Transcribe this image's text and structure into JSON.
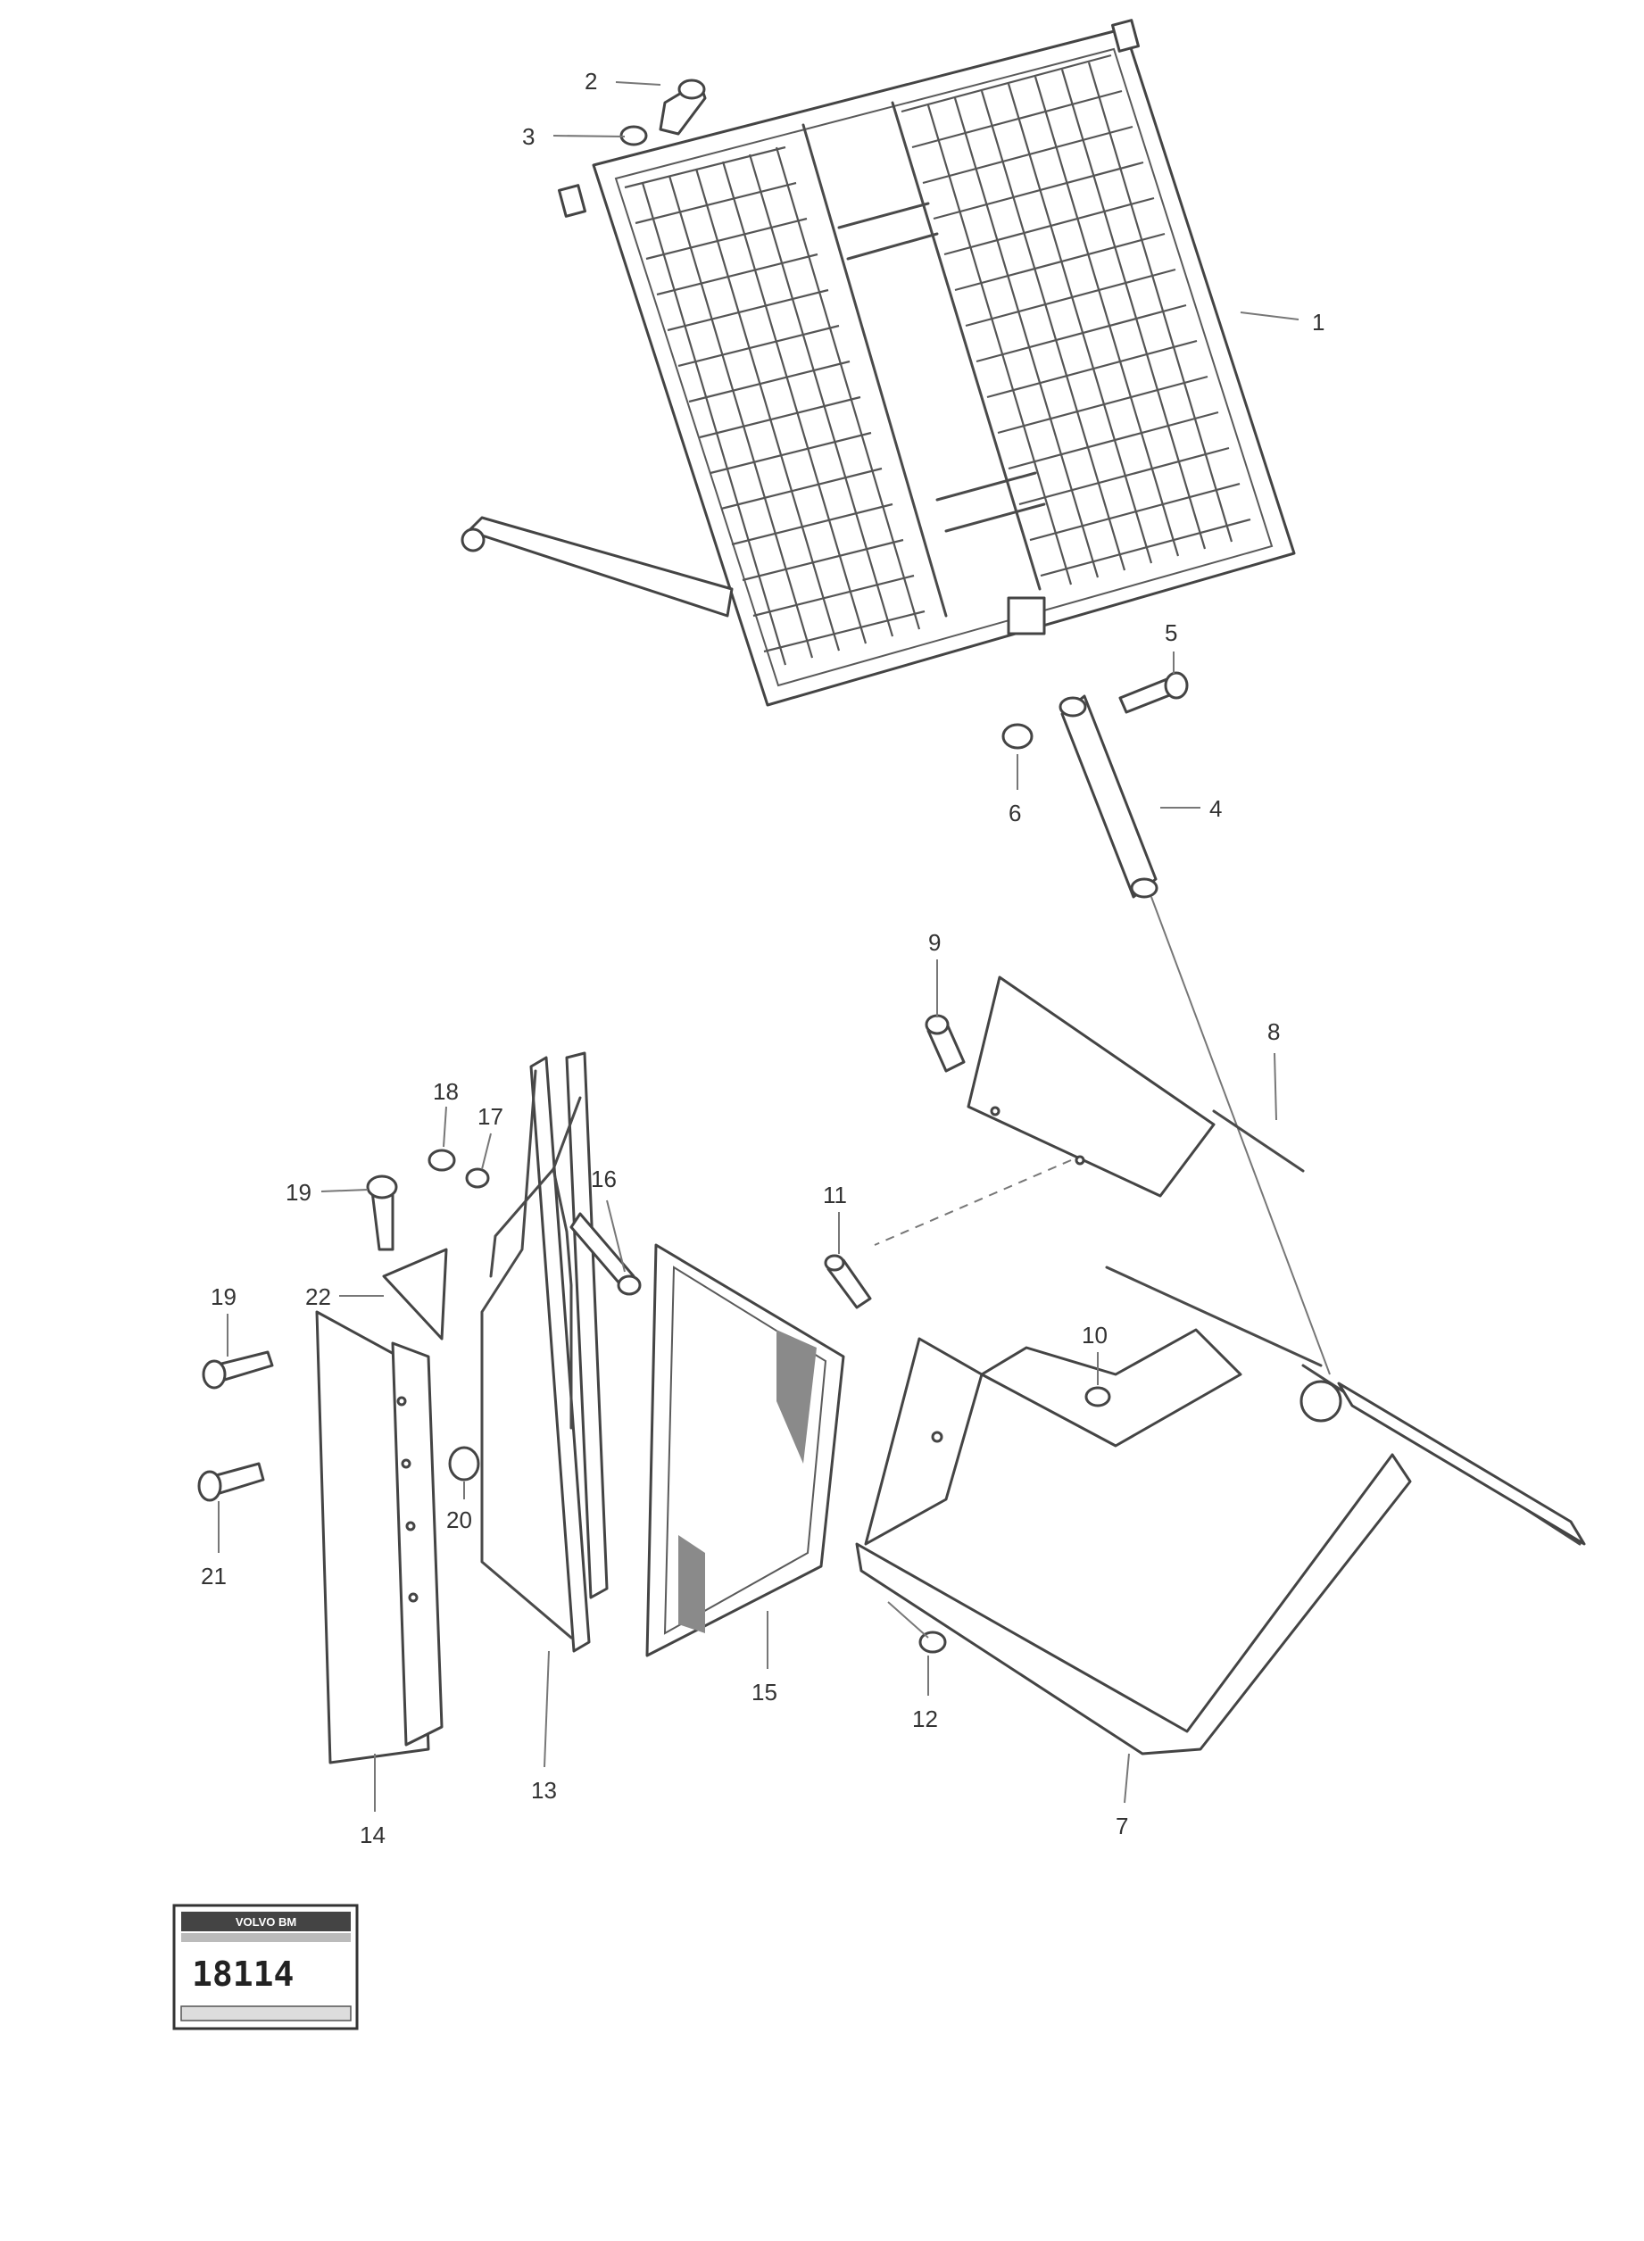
{
  "callouts": [
    {
      "id": "c1",
      "text": "1"
    },
    {
      "id": "c2a",
      "text": "2"
    },
    {
      "id": "c3",
      "text": "3"
    },
    {
      "id": "c4",
      "text": "4"
    },
    {
      "id": "c5",
      "text": "5"
    },
    {
      "id": "c6",
      "text": "6"
    },
    {
      "id": "c7",
      "text": "7"
    },
    {
      "id": "c8",
      "text": "8"
    },
    {
      "id": "c9",
      "text": "9"
    },
    {
      "id": "c10",
      "text": "10"
    },
    {
      "id": "c11",
      "text": "11"
    },
    {
      "id": "c12",
      "text": "12"
    },
    {
      "id": "c13",
      "text": "13"
    },
    {
      "id": "c14",
      "text": "14"
    },
    {
      "id": "c15",
      "text": "15"
    },
    {
      "id": "c16",
      "text": "16"
    },
    {
      "id": "c17",
      "text": "17"
    },
    {
      "id": "c18",
      "text": "18"
    },
    {
      "id": "c19a",
      "text": "19"
    },
    {
      "id": "c19b",
      "text": "19"
    },
    {
      "id": "c20",
      "text": "20"
    },
    {
      "id": "c21",
      "text": "21"
    },
    {
      "id": "c22",
      "text": "22"
    }
  ],
  "plate": {
    "number": "18114",
    "header": "VOLVO BM",
    "subheader": "",
    "footer": ""
  },
  "colors": {
    "line": "#444444",
    "background": "#ffffff"
  }
}
